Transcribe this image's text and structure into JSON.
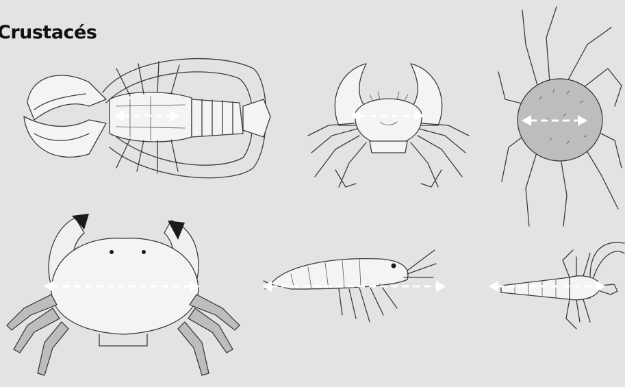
{
  "page": {
    "title": "Crustacés"
  },
  "specimens": [
    {
      "icon": "lobster-illustration"
    },
    {
      "icon": "swimming-crab-illustration"
    },
    {
      "icon": "spider-crab-illustration"
    },
    {
      "icon": "edible-crab-illustration"
    },
    {
      "icon": "shrimp-illustration"
    },
    {
      "icon": "langoustine-illustration"
    }
  ],
  "colors": {
    "background": "#e3e3e3",
    "measure_arrow": "#ffffff",
    "ink": "#3a3a3a"
  }
}
